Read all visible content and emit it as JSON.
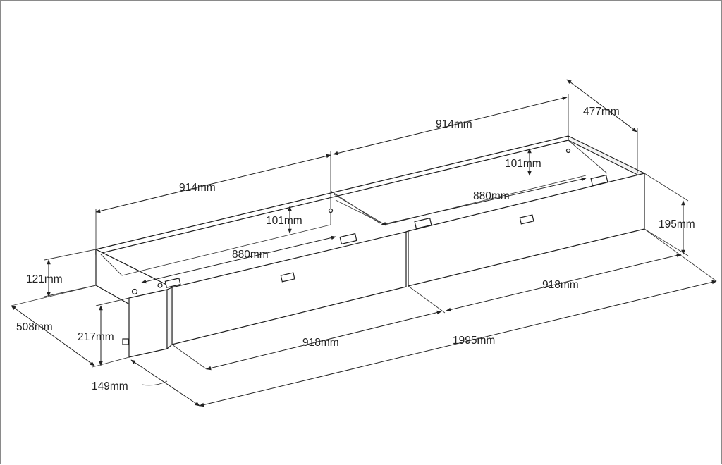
{
  "labels": {
    "top_left_length": "914mm",
    "top_right_length": "914mm",
    "depth": "477mm",
    "inner_depth_left": "101mm",
    "inner_depth_right": "101mm",
    "inner_length_left": "880mm",
    "inner_length_right": "880mm",
    "height": "195mm",
    "left_offset_height": "121mm",
    "left_width": "508mm",
    "panel_height": "217mm",
    "panel_thickness": "149mm",
    "drawer_front_left": "918mm",
    "drawer_front_right": "918mm",
    "total_length": "1995mm"
  }
}
